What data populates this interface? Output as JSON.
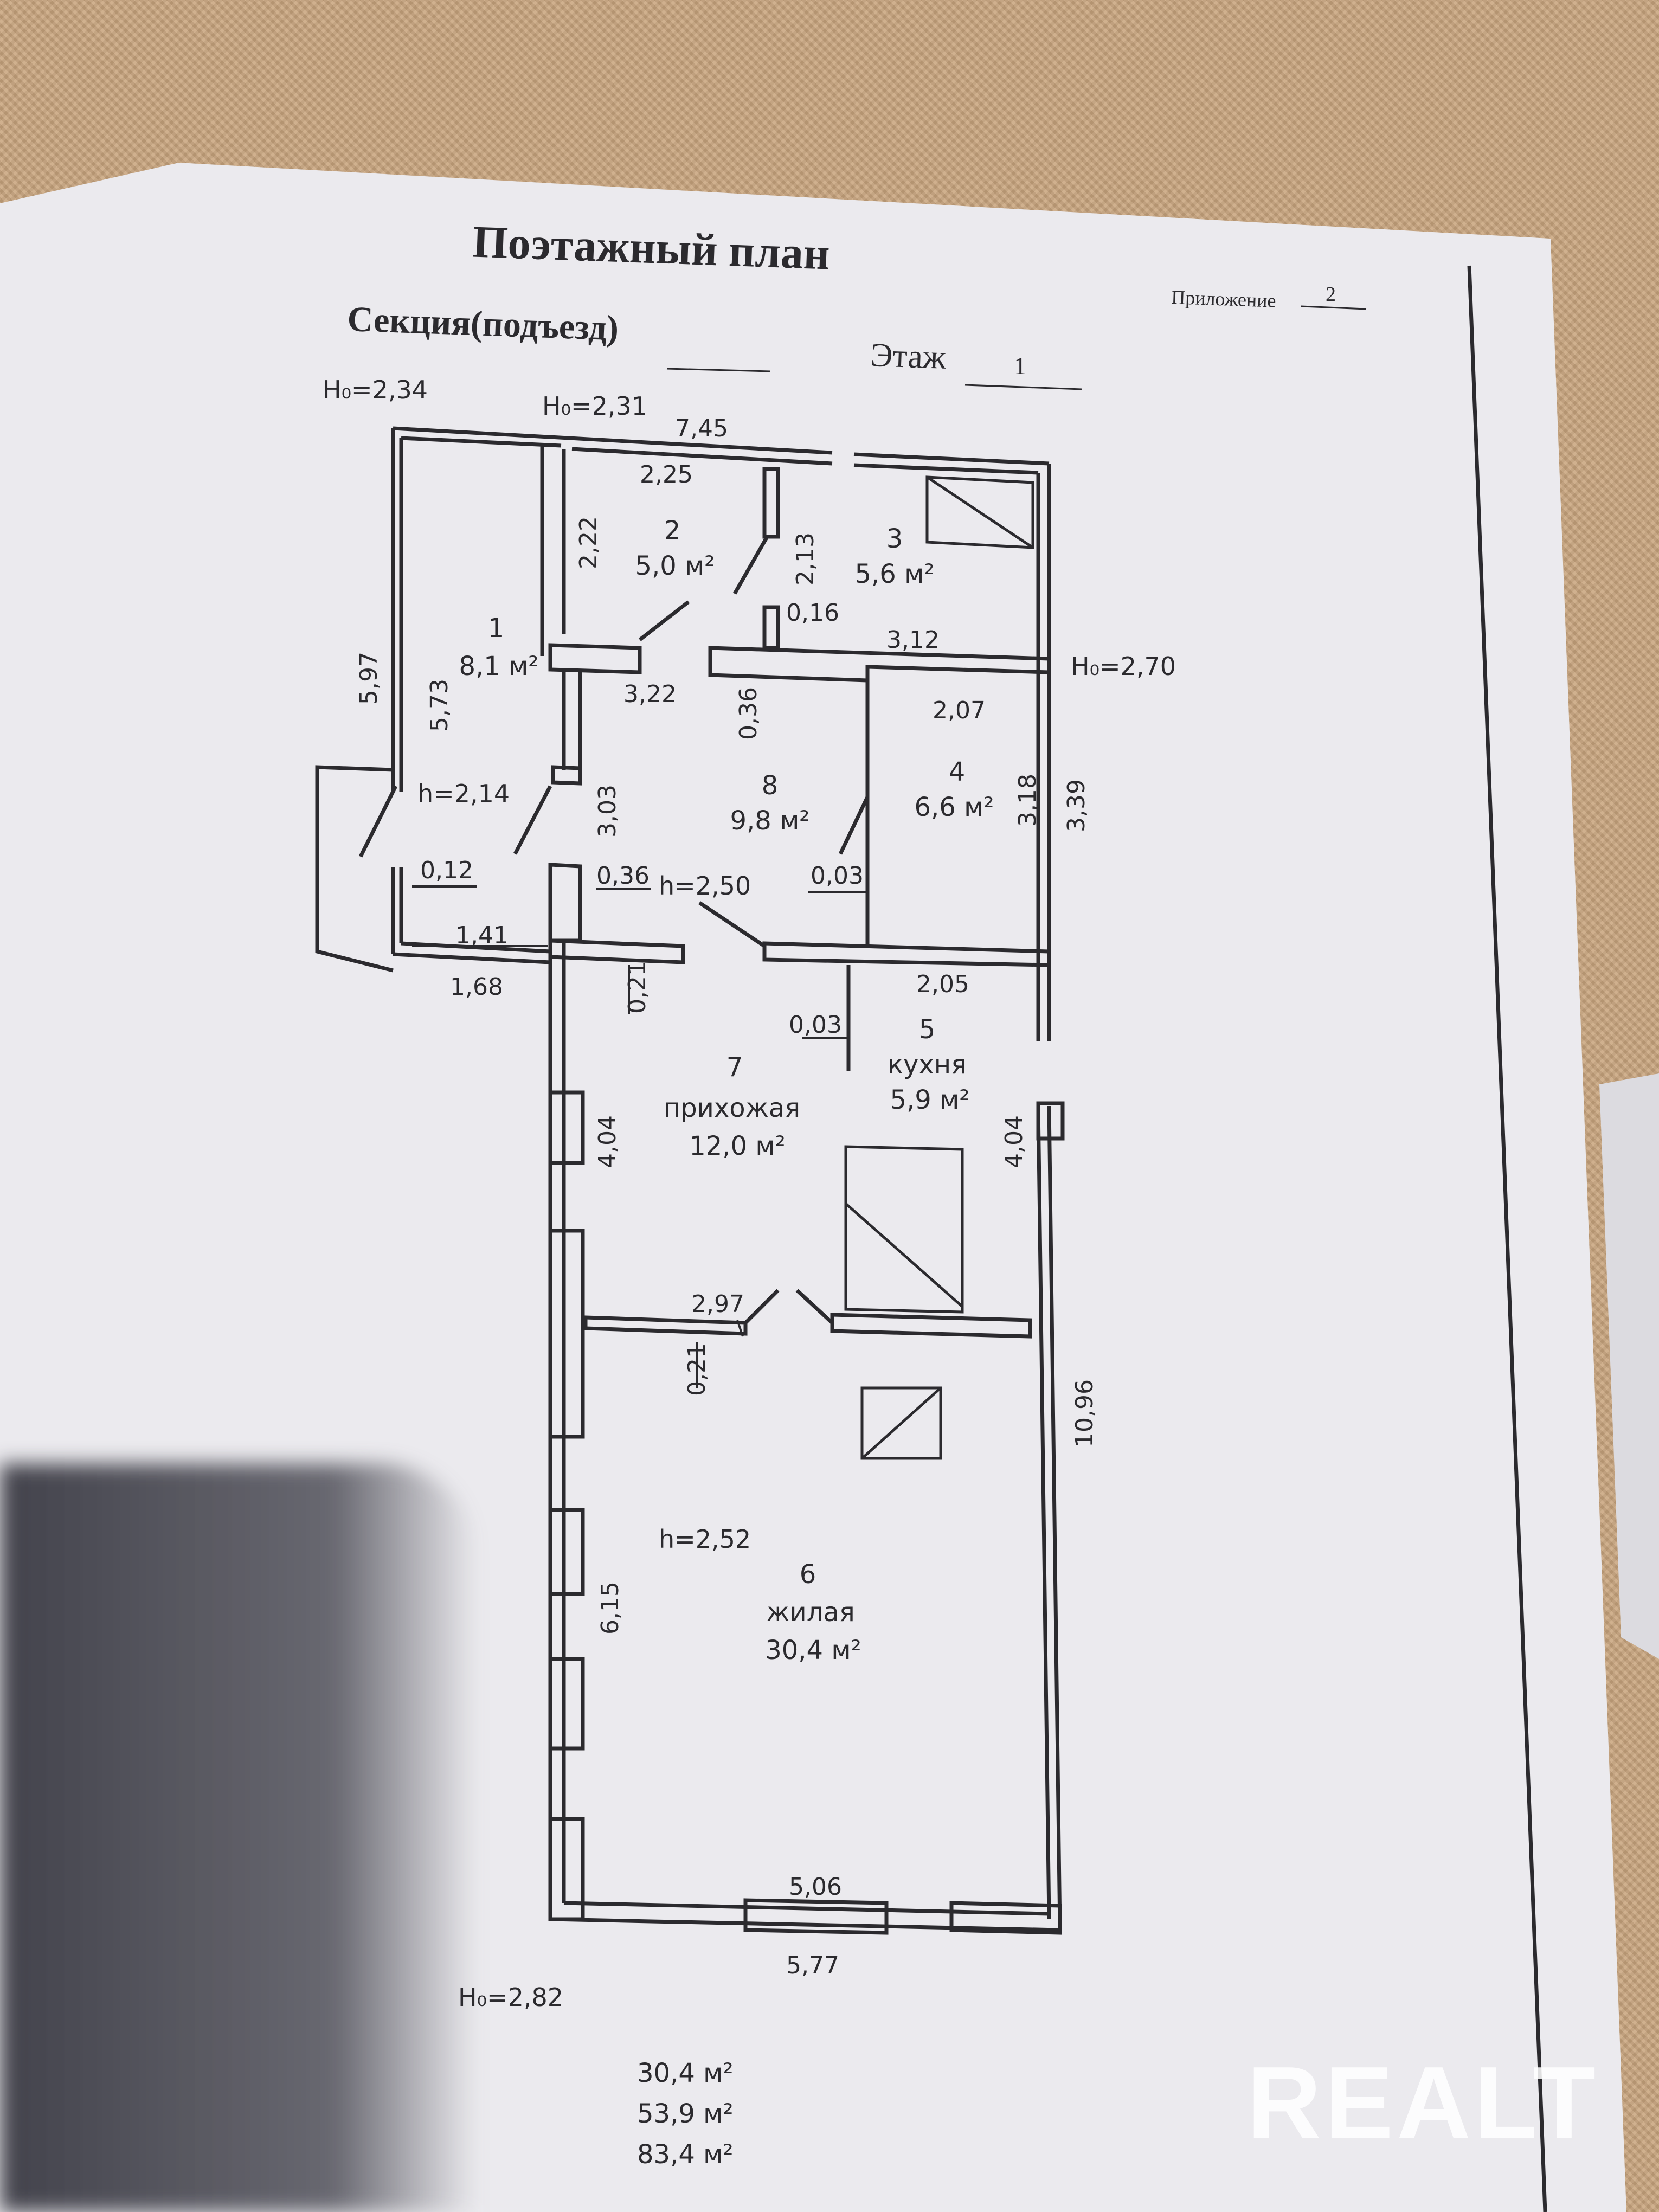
{
  "document": {
    "title": "Поэтажный план",
    "appendix_label": "Приложение",
    "appendix_number": "2",
    "section_label": "Секция(подъезд)",
    "floor_label": "Этаж",
    "floor_number": "1"
  },
  "heights": {
    "h_top_left": "H₀=2,34",
    "h_top_mid": "H₀=2,31",
    "h_right": "H₀=2,70",
    "h_bottom": "H₀=2,82",
    "h_room1": "h=2,14",
    "h_room8": "h=2,50",
    "h_room6": "h=2,52"
  },
  "dimensions": {
    "d_7_45": "7,45",
    "d_2_25": "2,25",
    "d_2_22": "2,22",
    "d_2_13": "2,13",
    "d_0_16": "0,16",
    "d_3_12": "3,12",
    "d_5_97": "5,97",
    "d_5_73": "5,73",
    "d_3_22": "3,22",
    "d_0_36a": "0,36",
    "d_2_07": "2,07",
    "d_3_18": "3,18",
    "d_3_39": "3,39",
    "d_3_03": "3,03",
    "d_0_12": "0,12",
    "d_0_36b": "0,36",
    "d_0_03a": "0,03",
    "d_1_41": "1,41",
    "d_1_68": "1,68",
    "d_0_21a": "0,21",
    "d_2_05": "2,05",
    "d_0_03b": "0,03",
    "d_4_04a": "4,04",
    "d_4_04b": "4,04",
    "d_2_97": "2,97",
    "d_0_21b": "0,21",
    "d_10_96": "10,96",
    "d_6_15": "6,15",
    "d_5_06": "5,06",
    "d_5_77": "5,77"
  },
  "rooms": [
    {
      "number": "1",
      "name": "",
      "area": "8,1 м²"
    },
    {
      "number": "2",
      "name": "",
      "area": "5,0 м²"
    },
    {
      "number": "3",
      "name": "",
      "area": "5,6 м²"
    },
    {
      "number": "4",
      "name": "",
      "area": "6,6 м²"
    },
    {
      "number": "5",
      "name": "кухня",
      "area": "5,9 м²"
    },
    {
      "number": "6",
      "name": "жилая",
      "area": "30,4 м²"
    },
    {
      "number": "7",
      "name": "прихожая",
      "area": "12,0 м²"
    },
    {
      "number": "8",
      "name": "",
      "area": "9,8 м²"
    }
  ],
  "totals": [
    "30,4 м²",
    "53,9 м²",
    "83,4 м²"
  ],
  "watermark": "REALT",
  "colors": {
    "paper": "#ecebee",
    "ink": "#2b2a2e",
    "background": "#c9a57e"
  }
}
